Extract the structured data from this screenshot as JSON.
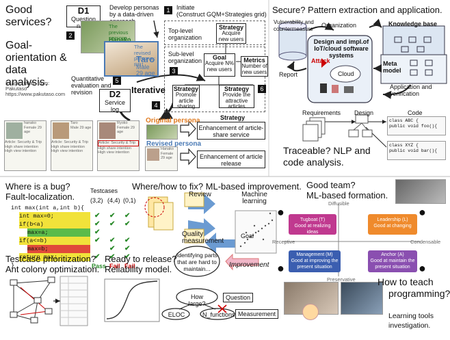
{
  "left_titles": {
    "good_services": "Good services?",
    "goal_orientation": "Goal-orientation & data analysis.",
    "credit_line1": "Images taken from:",
    "credit_line2": "Pakutaso",
    "credit_line3": "https://www.pakutaso.com"
  },
  "gqm": {
    "d1_title": "D1",
    "d1_label": "Question naire",
    "develop_text": "Develop personas by a data-driven approach",
    "step1": "1",
    "initiate": "Initiate",
    "initiate_sub": "(Construct GQM+Strategies grid)",
    "persona_hanako_sub": "The previous persona : EP1",
    "persona_hanako": "Hanako",
    "persona_taro_sub": "The revised persona : RP1",
    "persona_taro": "Taro",
    "persona_taro_info": "Male",
    "persona_taro_age": "29 age",
    "top_org": "Top-level organization",
    "sub_org": "Sub-level organization",
    "strategy_label": "Strategy",
    "strategy_top": "Acquire new users",
    "goal_label": "Goal",
    "goal_text": "Acquire N% new users",
    "metrics_label": "Metrics",
    "metrics_text": "Number of new users",
    "strategy_promote": "Promote article sharing",
    "strategy_provide": "Provide the attractive articles",
    "quant_eval": "Quantitative evaluation and revision",
    "iterative": "Iterative",
    "d2_title": "D2",
    "d2_label": "Service log",
    "n2": "2",
    "n3": "3",
    "n4": "4",
    "n5": "5",
    "n6": "6"
  },
  "personas": {
    "original": "Original persona",
    "revised": "Revised persona",
    "strategy_head": "Strategy",
    "enh1": "Enhancement of article-share service",
    "enh2": "Enhancement of article release",
    "c1_name": "hanako",
    "c1_meta": "Female 29 age",
    "c2_name": "Taro",
    "c2_meta": "Male 29 age",
    "c3_name": "Ryoko",
    "c3_meta": "Female 29 age",
    "c4_name": "Hanako",
    "c4_meta": "Female 29 age",
    "card_lines": [
      "Article: Security & Trip",
      "High share intention",
      "High view intention"
    ]
  },
  "security": {
    "title": "Secure? Pattern extraction and application.",
    "vuln": "Vulnerability and countermeasure",
    "org": "Organization",
    "kb": "Knowledge base",
    "design": "Design and impl.of IoT/cloud software systems",
    "attack": "Attack",
    "cloud": "Cloud",
    "report": "Report",
    "meta": "Meta model",
    "appver": "Application and verification"
  },
  "trace": {
    "req": "Requirements",
    "design": "Design",
    "code": "Code",
    "code1a": "class ABC {",
    "code1b": "public void foo(){",
    "code2a": "class XYZ {",
    "code2b": "public void bar(){",
    "title": "Traceable? NLP and code analysis."
  },
  "bug": {
    "title1": "Where is a bug?",
    "title2": "Fault-localization.",
    "testcases": "Testcases",
    "cols": [
      "(3,2)",
      "(4,4)",
      "(0,1)"
    ],
    "lines": [
      "int max(int a,int b){",
      "int max=0;",
      "if(b<a)",
      "max=a;",
      "if(a<=b)",
      "max=b;",
      "return max;",
      "}"
    ],
    "results": [
      "Pass",
      "Fail",
      "Fail"
    ]
  },
  "ml": {
    "title": "Where/how to fix? ML-based improvement.",
    "review": "Review",
    "ml": "Machine learning",
    "quality": "Quality measurement",
    "goal": "Goal",
    "identify": "Identifying parts that are hard to maintain...",
    "improvement": "Improvement"
  },
  "team": {
    "title1": "Good team?",
    "title2": "ML-based formation.",
    "diffusible": "Diffusible",
    "receptive": "Receptive",
    "condensable": "Condensable",
    "preservative": "Preservative",
    "r1_title": "Tugboat (T)",
    "r1_text": "Good at realizing ideas",
    "r2_title": "Leadership (L)",
    "r2_text": "Good at changing",
    "r3_title": "Management (M)",
    "r3_text": "Good at improving the present situation",
    "r4_title": "Anchor (A)",
    "r4_text": "Good at maintain the present situation",
    "colors": {
      "t": "#c0398f",
      "l": "#ef8a2c",
      "m": "#3b5eb0",
      "a": "#8a4fb0"
    }
  },
  "bottom": {
    "tc_title1": "Testcase prioritization?",
    "tc_title2": "Ant colony optimization.",
    "rel_title1": "Ready to release?",
    "rel_title2": "Reliability model.",
    "how_large": "How large?",
    "question": "Question",
    "eloc": "ELOC",
    "nfunc": "N_functions",
    "measurement": "Measurement",
    "teach_title1": "How to teach",
    "teach_title2": "programming?",
    "tools1": "Learning tools",
    "tools2": "investigation."
  }
}
